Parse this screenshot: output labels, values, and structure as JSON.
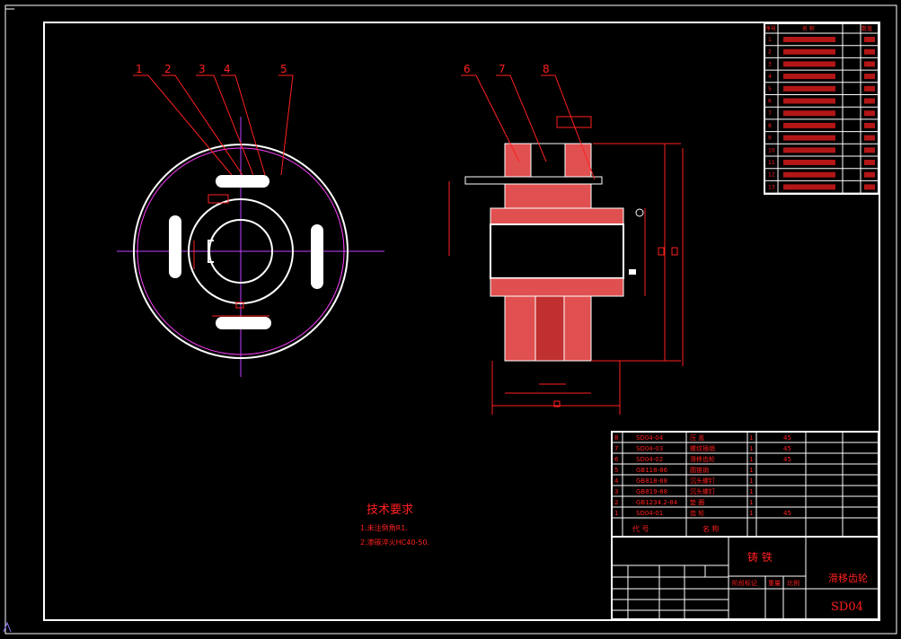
{
  "drawing": {
    "balloon_numbers": [
      "1",
      "2",
      "3",
      "4",
      "5",
      "6",
      "7",
      "8"
    ],
    "tech_requirements": {
      "title": "技术要求",
      "items": [
        "1.未注倒角R1.",
        "2.渗碳淬火HC40-50."
      ]
    },
    "title_block": {
      "material": "铸 铁",
      "part_name": "滑移齿轮",
      "drawing_no": "SD04",
      "labels": {
        "mark_scale": "阶段标记",
        "weight": "重量",
        "scale": "比例"
      }
    },
    "bom": {
      "header": [
        "代 号",
        "名 称"
      ],
      "rows": [
        {
          "no": "8",
          "code": "SD04-04",
          "name": "压 盖",
          "qty": "1",
          "mat": "45"
        },
        {
          "no": "7",
          "code": "SD04-03",
          "name": "螺纹插销",
          "qty": "1",
          "mat": "45"
        },
        {
          "no": "6",
          "code": "SD04-02",
          "name": "滑移齿轮",
          "qty": "1",
          "mat": "45"
        },
        {
          "no": "5",
          "code": "GB118-86",
          "name": "圆锥销",
          "qty": "1",
          "mat": ""
        },
        {
          "no": "4",
          "code": "GB818-88",
          "name": "沉头螺钉",
          "qty": "1",
          "mat": ""
        },
        {
          "no": "3",
          "code": "GB819-88",
          "name": "沉头螺钉",
          "qty": "1",
          "mat": ""
        },
        {
          "no": "2",
          "code": "GB1234.2-84",
          "name": "垫 圈",
          "qty": "1",
          "mat": ""
        },
        {
          "no": "1",
          "code": "SD04-01",
          "name": "齿 轮",
          "qty": "1",
          "mat": "45"
        }
      ]
    },
    "param_table": {
      "header": [
        "序号",
        "名 称",
        "",
        "数值"
      ],
      "rows": [
        "1",
        "2",
        "3",
        "4",
        "5",
        "6",
        "7",
        "8",
        "9",
        "10",
        "11",
        "12",
        "13"
      ]
    }
  }
}
